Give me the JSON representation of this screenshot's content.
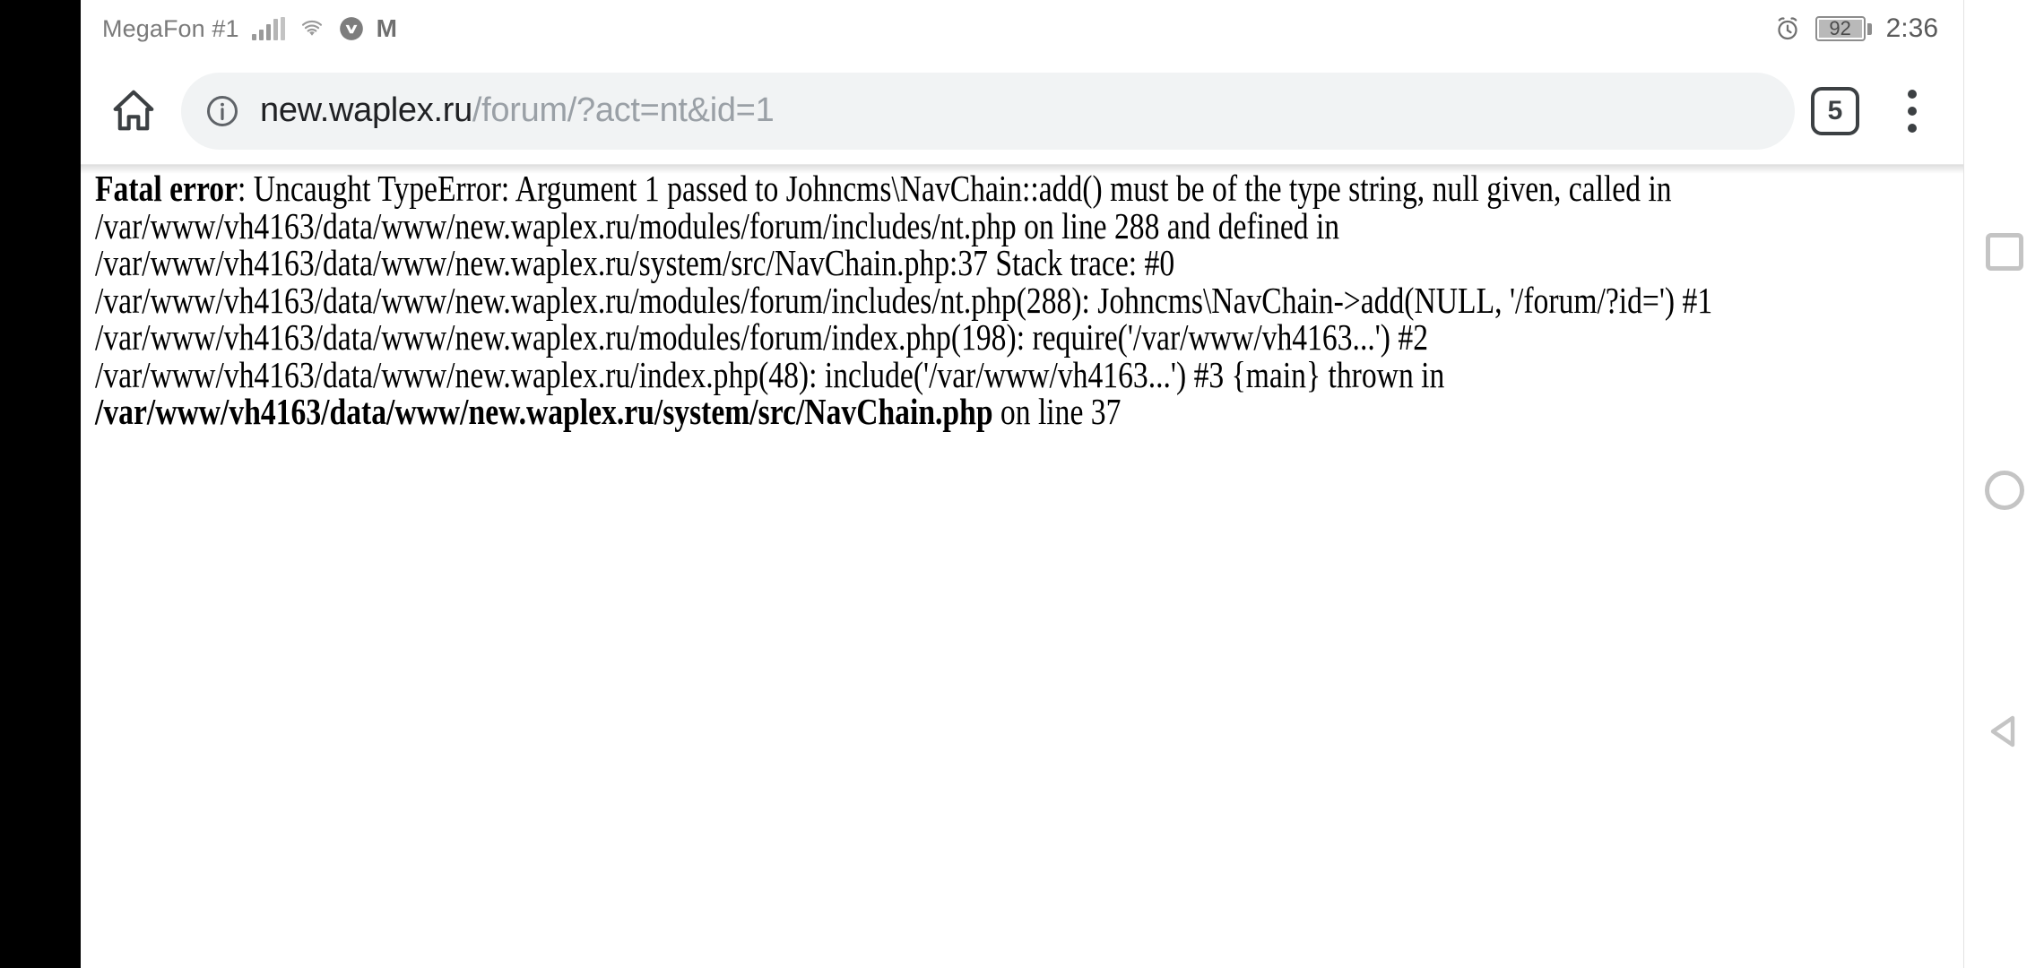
{
  "status_bar": {
    "carrier": "MegaFon #1",
    "signal_icon": "signal-bars-icon",
    "wifi_icon": "wifi-icon",
    "vk_icon": "vk-icon",
    "m_icon": "M",
    "alarm_icon": "alarm-clock-icon",
    "battery_level": "92",
    "time": "2:36"
  },
  "toolbar": {
    "home_icon": "home-icon",
    "info_icon": "info-circle-icon",
    "url_host": "new.waplex.ru",
    "url_path": "/forum/?act=nt&id=1",
    "url_full": "new.waplex.ru/forum/?act=nt&id=1",
    "tab_count": "5",
    "menu_icon": "overflow-menu-icon"
  },
  "page": {
    "error_label": "Fatal error",
    "error_separator": ": ",
    "error_message_1": "Uncaught TypeError: Argument 1 passed to Johncms\\NavChain::add() must be of the type string, null given, called in /var/www/vh4163/data/www/new.waplex.ru/modules/forum/includes/nt.php on line 288 and defined in /var/www/vh4163/data/www/new.waplex.ru/system/src/NavChain.php:37 Stack trace: #0 /var/www/vh4163/data/www/new.waplex.ru/modules/forum/includes/nt.php(288): Johncms\\NavChain->add(NULL, '/forum/?id=') #1 /var/www/vh4163/data/www/new.waplex.ru/modules/forum/index.php(198): require('/var/www/vh4163...') #2 /var/www/vh4163/data/www/new.waplex.ru/index.php(48): include('/var/www/vh4163...') #3 {main} thrown in ",
    "error_file_bold": "/var/www/vh4163/data/www/new.waplex.ru/system/src/NavChain.php",
    "error_tail": " on line 37"
  },
  "navbar": {
    "recents_icon": "recents-square-icon",
    "home_icon": "home-circle-icon",
    "back_icon": "back-triangle-icon"
  },
  "colors": {
    "omnibox_bg": "#f1f3f4",
    "url_host": "#202124",
    "url_path": "#9aa0a6",
    "nav_icon": "#c4c4c4",
    "status_text": "#7a7a7a"
  }
}
